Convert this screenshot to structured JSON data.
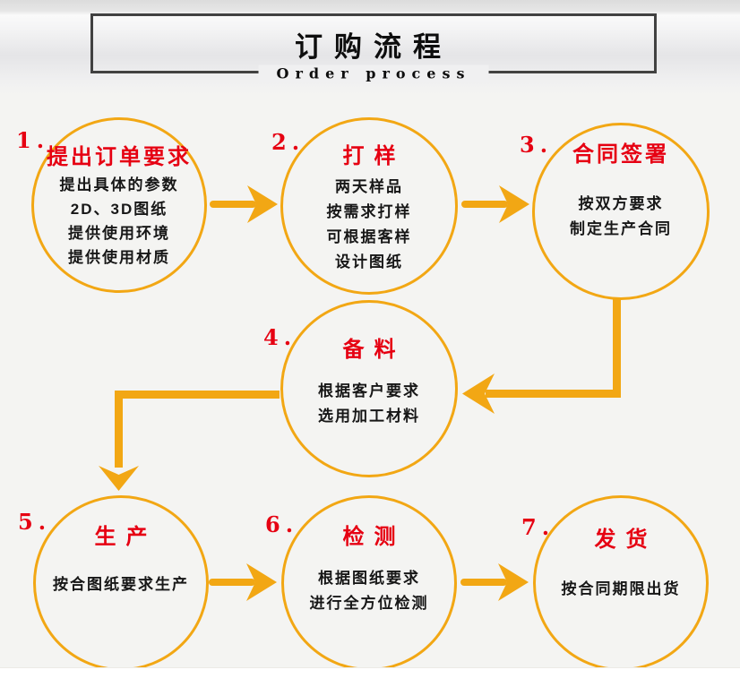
{
  "header": {
    "title": "订购流程",
    "subtitle": "Order process"
  },
  "steps": [
    {
      "number": "1.",
      "title": "提出订单要求",
      "lines": [
        "提出具体的参数",
        "2D、3D图纸",
        "提供使用环境",
        "提供使用材质"
      ]
    },
    {
      "number": "2.",
      "title": "打样",
      "lines": [
        "两天样品",
        "按需求打样",
        "可根据客样",
        "设计图纸"
      ]
    },
    {
      "number": "3.",
      "title": "合同签署",
      "lines": [
        "按双方要求",
        "制定生产合同"
      ]
    },
    {
      "number": "4.",
      "title": "备料",
      "lines": [
        "根据客户要求",
        "选用加工材料"
      ]
    },
    {
      "number": "5.",
      "title": "生产",
      "lines": [
        "按合图纸要求生产"
      ]
    },
    {
      "number": "6.",
      "title": "检测",
      "lines": [
        "根据图纸要求",
        "进行全方位检测"
      ]
    },
    {
      "number": "7.",
      "title": "发货",
      "lines": [
        "按合同期限出货"
      ]
    }
  ],
  "colors": {
    "accent_orange": "#F2A714",
    "step_red": "#E60012",
    "text_black": "#171717",
    "box_border": "#414141"
  }
}
